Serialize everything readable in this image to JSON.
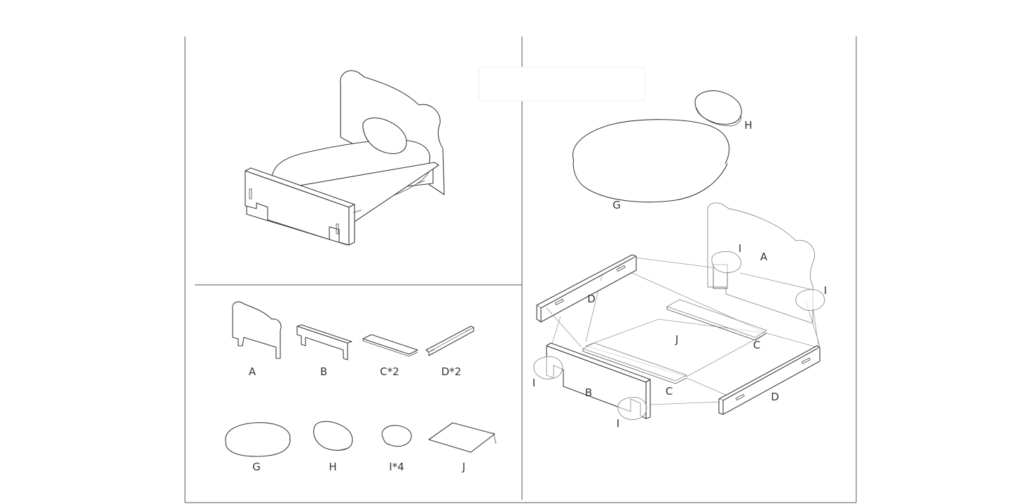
{
  "legend": {
    "a": "A",
    "b": "B",
    "c": "C*2",
    "d": "D*2",
    "g": "G",
    "h": "H",
    "i": "I*4",
    "j": "J"
  },
  "exploded": {
    "a": "A",
    "b": "B",
    "c1": "C",
    "c2": "C",
    "d1": "D",
    "d2": "D",
    "g": "G",
    "h": "H",
    "i1": "I",
    "i2": "I",
    "i3": "I",
    "i4": "I",
    "j": "J"
  }
}
